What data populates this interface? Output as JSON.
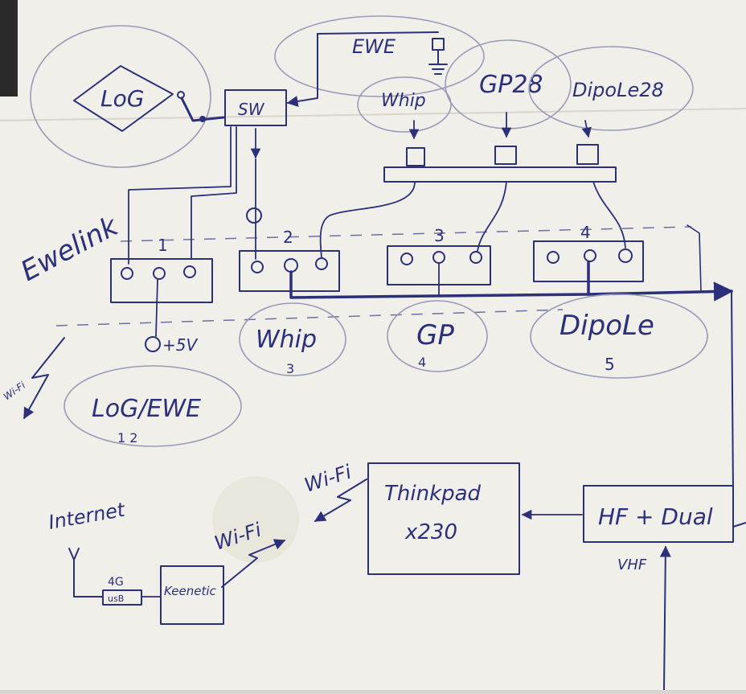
{
  "blocks": {
    "log": "LoG",
    "ewe_top": "EWE",
    "switch": "SW",
    "ewelink": "Ewelink",
    "thinkpad_line1": "Thinkpad",
    "thinkpad_line2": "x230",
    "radio": "HF + Dual",
    "router": "Keenetic",
    "modem_line1": "4G",
    "modem_line2": "usB"
  },
  "antennas": {
    "whip_top": "Whip",
    "gp28": "GP28",
    "dipole28": "DipoLe28"
  },
  "relays": [
    {
      "number": "1"
    },
    {
      "number": "2"
    },
    {
      "number": "3"
    },
    {
      "number": "4"
    }
  ],
  "circles": [
    {
      "label": "LoG/EWE",
      "digits": "1   2"
    },
    {
      "label": "Whip",
      "digits": "3"
    },
    {
      "label": "GP",
      "digits": "4"
    },
    {
      "label": "DipoLe",
      "digits": "5"
    }
  ],
  "power": "+5V",
  "wifi_labels": {
    "left": "Wi-Fi",
    "laptop": "Wi-Fi",
    "router": "Wi-Fi"
  },
  "internet": "Internet",
  "vhf": "VHF",
  "colors": {
    "paper": "#f1efe9",
    "ink": "#2c2f7a",
    "pencil": "#9a9ab8"
  }
}
